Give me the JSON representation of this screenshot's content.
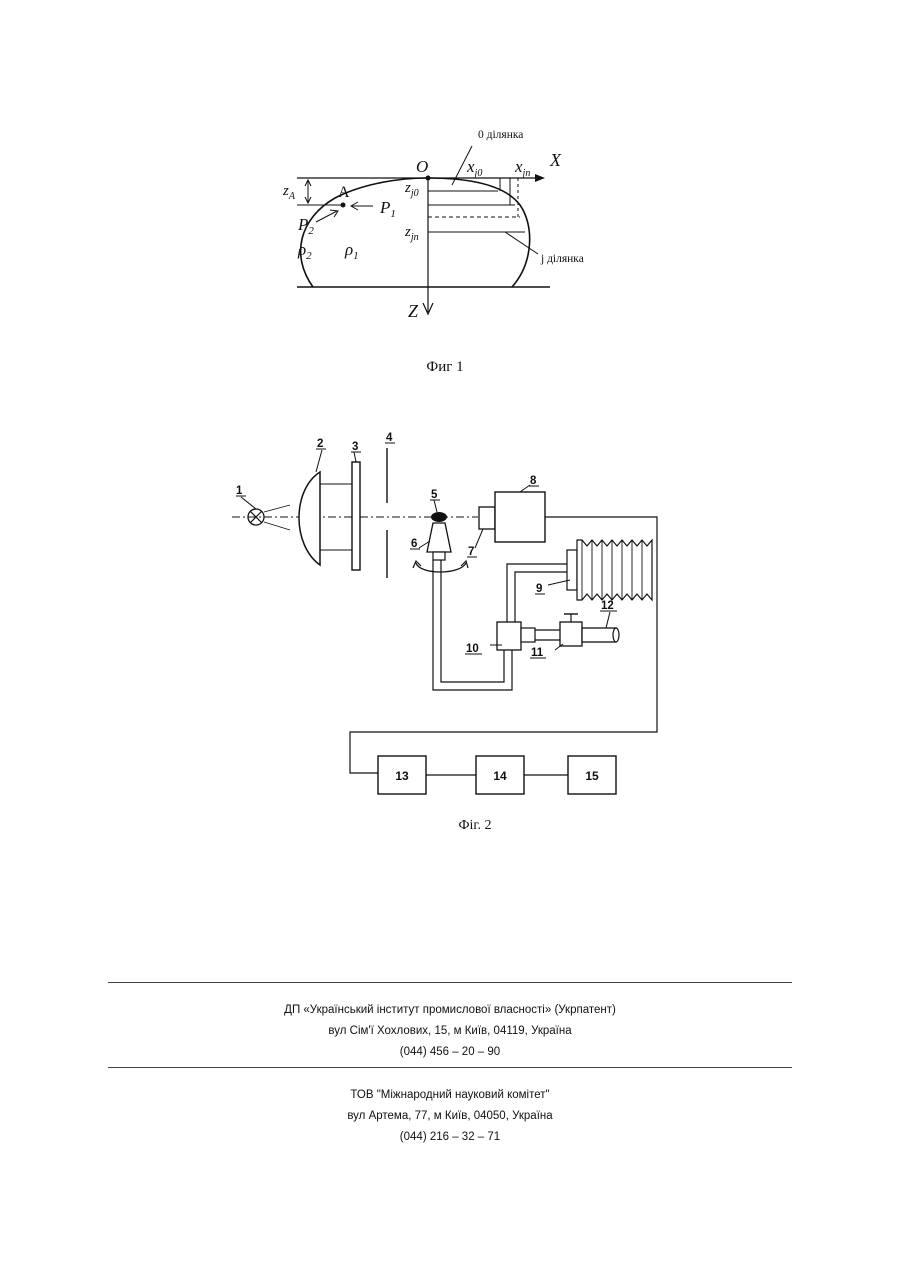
{
  "figure1": {
    "caption": "Фиг  1",
    "labels": {
      "origin": "O",
      "x_axis": "X",
      "z_axis": "Z",
      "point_a": "A",
      "z_a": "z",
      "z_a_sub": "A",
      "p1": "P",
      "p1_sub": "1",
      "p2": "P",
      "p2_sub": "2",
      "rho2": "ρ",
      "rho2_sub": "2",
      "rho1": "ρ",
      "rho1_sub": "1",
      "xj0": "x",
      "xj0_sub": "j0",
      "xjn": "x",
      "xjn_sub": "jn",
      "zj0": "z",
      "zj0_sub": "j0",
      "zjn": "z",
      "zjn_sub": "jn",
      "section0": "0 ділянка",
      "sectionj": "j ділянка"
    }
  },
  "figure2": {
    "caption": "Фіг. 2",
    "parts": [
      "1",
      "2",
      "3",
      "4",
      "5",
      "6",
      "7",
      "8",
      "9",
      "10",
      "11",
      "12"
    ],
    "blocks": [
      "13",
      "14",
      "15"
    ]
  },
  "footer": {
    "org1_name": "ДП «Український інститут промислової власності» (Укрпатент)",
    "org1_address": "вул  Сім'ї Хохлових, 15, м  Київ, 04119, Україна",
    "org1_phone": "(044) 456 – 20 –  90",
    "org2_name": "ТОВ \"Міжнародний науковий комітет\"",
    "org2_address": "вул  Артема, 77, м  Київ, 04050, Україна",
    "org2_phone": "(044) 216 – 32 – 71"
  }
}
